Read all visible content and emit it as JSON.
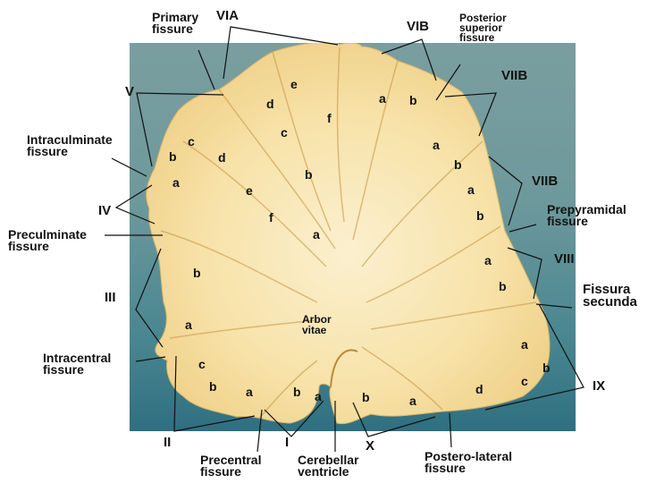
{
  "figure": {
    "subject": "Midsagittal section of cerebellum",
    "colors": {
      "background_top": "#7a9ea0",
      "background_bottom": "#2f6f80",
      "tissue": "#f6dea0",
      "tissue_light": "#fbedc6",
      "label": "#111111"
    }
  },
  "labels": {
    "primary_fissure": "Primary\nfissure",
    "via": "VIA",
    "vib": "VIB",
    "posterior_superior_fissure": "Posterior\nsuperior\nfissure",
    "viib_top": "VIIB",
    "viib_mid": "VIIB",
    "v": "V",
    "intraculminate_fissure": "Intraculminate\nfissure",
    "iv": "IV",
    "preculminate_fissure": "Preculminate\nfissure",
    "prepyramidal_fissure": "Prepyramidal\nfissure",
    "viii": "VIII",
    "fissura_secunda": "Fissura\nsecunda",
    "iii": "III",
    "intracentral_fissure": "Intracentral\nfissure",
    "ix": "IX",
    "arbor_vitae": "Arbor\nvitae",
    "ii": "II",
    "i": "I",
    "x": "X",
    "precentral_fissure": "Precentral\nfissure",
    "cerebellar_ventricle": "Cerebellar\nventricle",
    "postero_lateral_fissure": "Postero-lateral\nfissure"
  },
  "sublobules": [
    {
      "id": "vi-e",
      "text": "e"
    },
    {
      "id": "vi-d",
      "text": "d"
    },
    {
      "id": "vi-c",
      "text": "c"
    },
    {
      "id": "vi-f",
      "text": "f"
    },
    {
      "id": "vib-a",
      "text": "a"
    },
    {
      "id": "vib-b",
      "text": "b"
    },
    {
      "id": "v-c",
      "text": "c"
    },
    {
      "id": "v-b",
      "text": "b"
    },
    {
      "id": "v-a",
      "text": "a"
    },
    {
      "id": "v-d",
      "text": "d"
    },
    {
      "id": "v-e",
      "text": "e"
    },
    {
      "id": "v-f",
      "text": "f"
    },
    {
      "id": "c-b",
      "text": "b"
    },
    {
      "id": "c-a",
      "text": "a"
    },
    {
      "id": "viib-a",
      "text": "a"
    },
    {
      "id": "viib-b",
      "text": "b"
    },
    {
      "id": "viib2-a",
      "text": "a"
    },
    {
      "id": "viib2-b",
      "text": "b"
    },
    {
      "id": "viii-a",
      "text": "a"
    },
    {
      "id": "viii-b",
      "text": "b"
    },
    {
      "id": "iii-b",
      "text": "b"
    },
    {
      "id": "iii-a",
      "text": "a"
    },
    {
      "id": "ii-c",
      "text": "c"
    },
    {
      "id": "ii-b",
      "text": "b"
    },
    {
      "id": "ii-a",
      "text": "a"
    },
    {
      "id": "i-b",
      "text": "b"
    },
    {
      "id": "i-a",
      "text": "a"
    },
    {
      "id": "x-b",
      "text": "b"
    },
    {
      "id": "x-a",
      "text": "a"
    },
    {
      "id": "ix-d",
      "text": "d"
    },
    {
      "id": "ix-a",
      "text": "a"
    },
    {
      "id": "ix-b",
      "text": "b"
    },
    {
      "id": "ix-c",
      "text": "c"
    }
  ]
}
